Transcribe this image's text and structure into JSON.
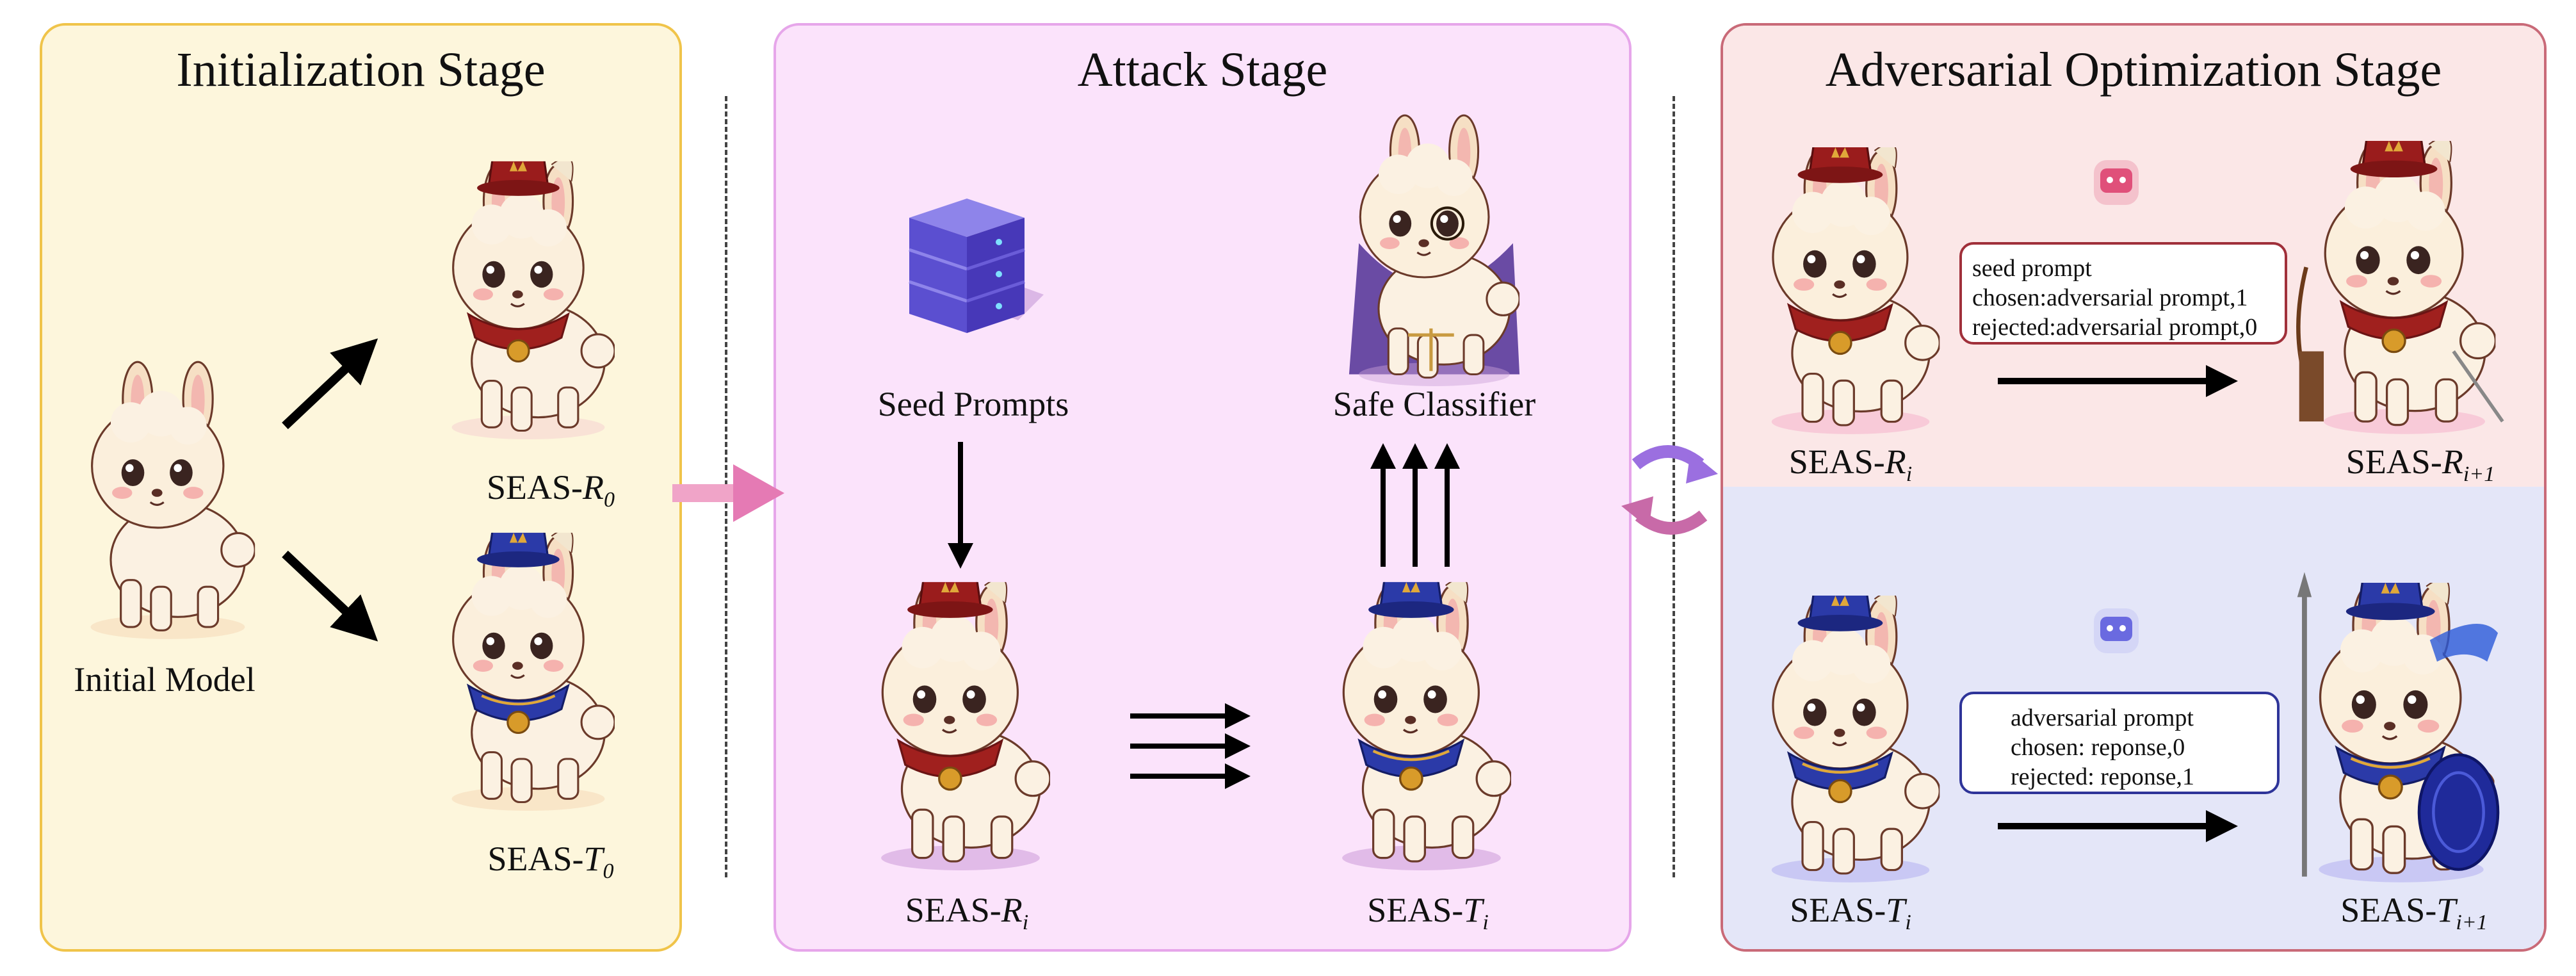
{
  "stages": {
    "init": {
      "title": "Initialization Stage"
    },
    "attack": {
      "title": "Attack Stage"
    },
    "adv": {
      "title": "Adversarial Optimization Stage"
    }
  },
  "labels": {
    "initial_model": "Initial Model",
    "seed_prompts": "Seed Prompts",
    "safe_classifier": "Safe Classifier",
    "seas_prefix": "SEAS-",
    "r": "R",
    "t": "T",
    "sub_0": "0",
    "sub_i": "i",
    "sub_i1": "i+1"
  },
  "red_pair_box": {
    "line1": "seed prompt",
    "line2": "chosen:adversarial prompt,1",
    "line3": "rejected:adversarial prompt,0"
  },
  "blue_pair_box": {
    "line1": "adversarial prompt",
    "line2": "chosen: reponse,0",
    "line3": "rejected: reponse,1"
  },
  "colors": {
    "init_bg": "#fdf6dc",
    "init_border": "#f0c44a",
    "attack_bg": "#fbe3fb",
    "attack_border": "#e6a6ea",
    "adv_red_bg": "#fbe7e7",
    "adv_blue_bg": "#e4e6f8",
    "red_hat": "#a0201e",
    "blue_hat": "#2b3aa8"
  }
}
